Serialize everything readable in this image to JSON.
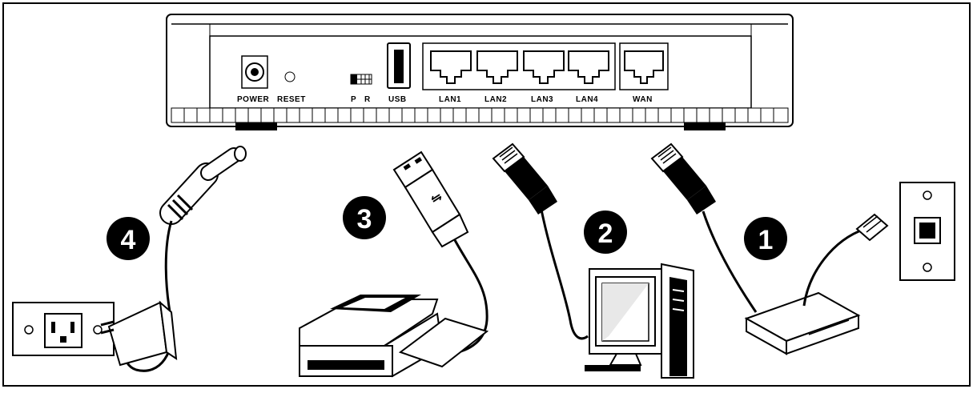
{
  "router": {
    "ports": {
      "power": "POWER",
      "reset": "RESET",
      "switch_p": "P",
      "switch_r": "R",
      "usb": "USB",
      "lan1": "LAN1",
      "lan2": "LAN2",
      "lan3": "LAN3",
      "lan4": "LAN4",
      "wan": "WAN"
    }
  },
  "steps": {
    "one": "1",
    "two": "2",
    "three": "3",
    "four": "4"
  },
  "icons": {
    "router": "router-icon",
    "power_adapter": "power-adapter-icon",
    "wall_outlet": "wall-outlet-icon",
    "printer": "printer-icon",
    "computer": "computer-icon",
    "modem": "modem-icon",
    "phone_jack": "phone-jack-icon"
  }
}
